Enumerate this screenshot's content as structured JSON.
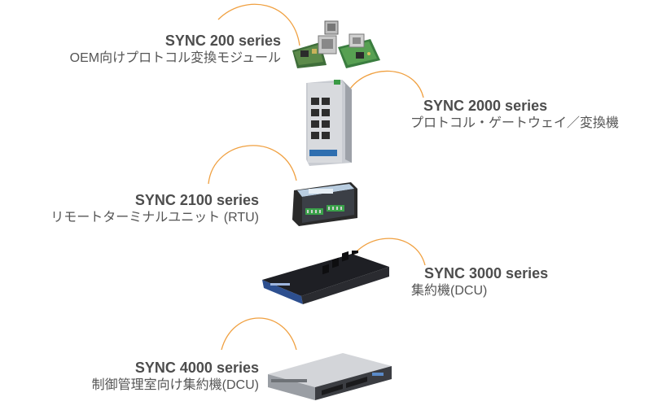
{
  "accent_color": "#F0A040",
  "products": [
    {
      "name": "SYNC 200 series",
      "desc": "OEM向けプロトコル変換モジュール",
      "icon": "circuit-board-module"
    },
    {
      "name": "SYNC 2000 series",
      "desc": "プロトコル・ゲートウェイ／変換機",
      "icon": "din-rail-switch"
    },
    {
      "name": "SYNC 2100 series",
      "desc": "リモートターミナルユニット (RTU)",
      "icon": "rtu-device"
    },
    {
      "name": "SYNC 3000 series",
      "desc": "集約機(DCU)",
      "icon": "desktop-unit"
    },
    {
      "name": "SYNC 4000 series",
      "desc": "制御管理室向け集約機(DCU)",
      "icon": "rack-server"
    }
  ]
}
